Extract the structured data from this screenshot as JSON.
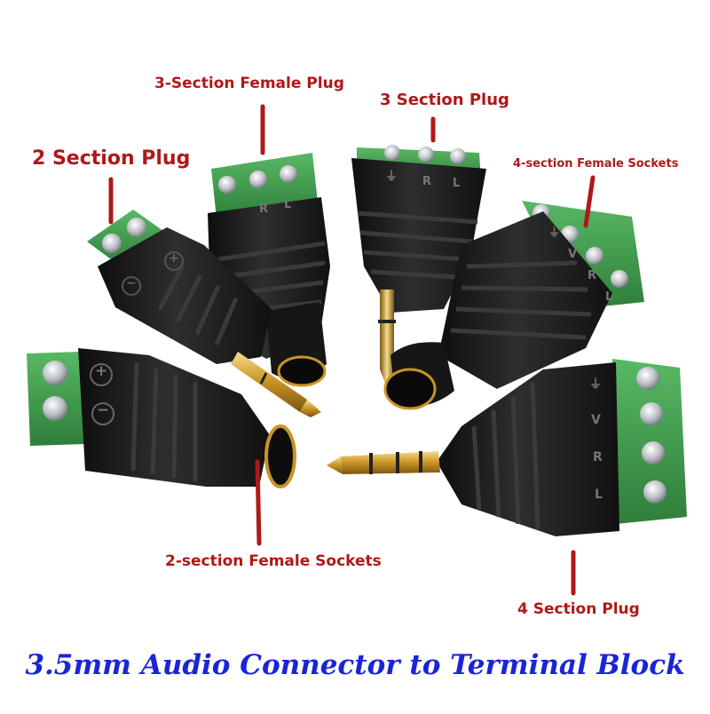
{
  "title": "3.5mm Audio Connector to Terminal Block",
  "labels": {
    "two_section_plug": "2 Section Plug",
    "three_section_female_plug": "3-Section Female Plug",
    "three_section_plug": "3 Section Plug",
    "four_section_female_sockets": "4-section Female Sockets",
    "two_section_female_sockets": "2-section Female Sockets",
    "four_section_plug": "4 Section Plug"
  },
  "terminal_marks": {
    "plus": "+",
    "minus": "−",
    "left": "L",
    "right": "R",
    "video": "V",
    "ground": "⏚"
  },
  "colors": {
    "label_red": "#b01818",
    "title_blue": "#1a24d8",
    "terminal_green": "#3f9a4a",
    "body_black": "#1b1b1b",
    "gold": "#d8a838"
  }
}
